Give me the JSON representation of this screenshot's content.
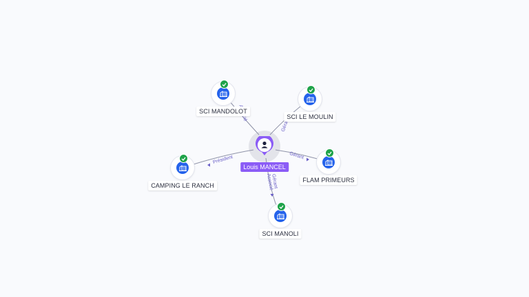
{
  "person": {
    "name": "Louis MANCEL",
    "icon": "person-icon",
    "color": "#8b5cf6"
  },
  "companies": [
    {
      "name": "SCI MANDOLOT",
      "icon": "building-icon",
      "verified": true
    },
    {
      "name": "SCI LE MOULIN",
      "icon": "building-icon",
      "verified": true
    },
    {
      "name": "CAMPING LE RANCH",
      "icon": "building-icon",
      "verified": true
    },
    {
      "name": "FLAM PRIMEURS",
      "icon": "building-icon",
      "verified": true
    },
    {
      "name": "SCI MANOLI",
      "icon": "building-icon",
      "verified": true
    }
  ],
  "relations": [
    {
      "to": "SCI MANDOLOT",
      "labels": [
        "Associé"
      ]
    },
    {
      "to": "SCI LE MOULIN",
      "labels": [
        "Gérant"
      ]
    },
    {
      "to": "CAMPING LE RANCH",
      "labels": [
        "Président"
      ]
    },
    {
      "to": "FLAM PRIMEURS",
      "labels": [
        "Gérant"
      ]
    },
    {
      "to": "SCI MANOLI",
      "labels": [
        "Gérant",
        "Associé"
      ]
    }
  ],
  "colors": {
    "company": "#2563eb",
    "verified": "#1fa34a",
    "relation_text": "#6a5fc8"
  }
}
